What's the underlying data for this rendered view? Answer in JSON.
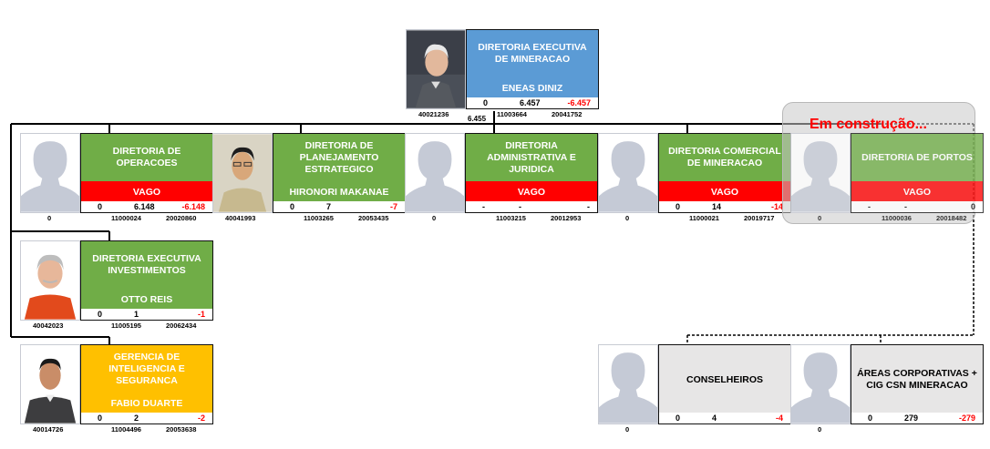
{
  "top": {
    "title": "DIRETORIA EXECUTIVA DE MINERACAO",
    "name": "ENEAS DINIZ",
    "stats": [
      "0",
      "6.457",
      "-6.457"
    ],
    "codes": [
      "40021236",
      "11003664",
      "20041752"
    ],
    "total": "6.455"
  },
  "row1": [
    {
      "title": "DIRETORIA DE OPERACOES",
      "name": "VAGO",
      "stats": [
        "0",
        "6.148",
        "-6.148"
      ],
      "codes": [
        "0",
        "11000024",
        "20020860"
      ]
    },
    {
      "title": "DIRETORIA DE PLANEJAMENTO ESTRATEGICO",
      "name": "HIRONORI MAKANAE",
      "stats": [
        "0",
        "7",
        "-7"
      ],
      "codes": [
        "40041993",
        "11003265",
        "20053435"
      ]
    },
    {
      "title": "DIRETORIA ADMINISTRATIVA E JURIDICA",
      "name": "VAGO",
      "stats": [
        "-",
        "-",
        "-"
      ],
      "codes": [
        "0",
        "11003215",
        "20012953"
      ]
    },
    {
      "title": "DIRETORIA COMERCIAL DE MINERACAO",
      "name": "VAGO",
      "stats": [
        "0",
        "14",
        "-14"
      ],
      "codes": [
        "0",
        "11000021",
        "20019717"
      ]
    },
    {
      "title": "DIRETORIA DE PORTOS",
      "name": "VAGO",
      "stats": [
        "-",
        "-",
        "0"
      ],
      "codes": [
        "0",
        "11000036",
        "20018482"
      ]
    }
  ],
  "construction_label": "Em construção...",
  "investimentos": {
    "title": "DIRETORIA EXECUTIVA INVESTIMENTOS",
    "name": "OTTO REIS",
    "stats": [
      "0",
      "1",
      "-1"
    ],
    "codes": [
      "40042023",
      "11005195",
      "20062434"
    ]
  },
  "inteligencia": {
    "title": "GERENCIA DE INTELIGENCIA E SEGURANCA",
    "name": "FABIO DUARTE",
    "stats": [
      "0",
      "2",
      "-2"
    ],
    "codes": [
      "40014726",
      "11004496",
      "20053638"
    ]
  },
  "conselheiros": {
    "title": "CONSELHEIROS",
    "stats": [
      "0",
      "4",
      "-4"
    ],
    "codes": [
      "0"
    ]
  },
  "areas": {
    "title": "ÁREAS CORPORATIVAS + CIG CSN MINERACAO",
    "stats": [
      "0",
      "279",
      "-279"
    ],
    "codes": [
      "0"
    ]
  },
  "colors": {
    "green": "#70ad47",
    "blue": "#5b9bd5",
    "yellow": "#ffc000",
    "grey": "#e7e6e6",
    "vago": "#ff0000",
    "negative": "#ff0000"
  },
  "icons": {
    "placeholder": "person-silhouette-icon"
  }
}
